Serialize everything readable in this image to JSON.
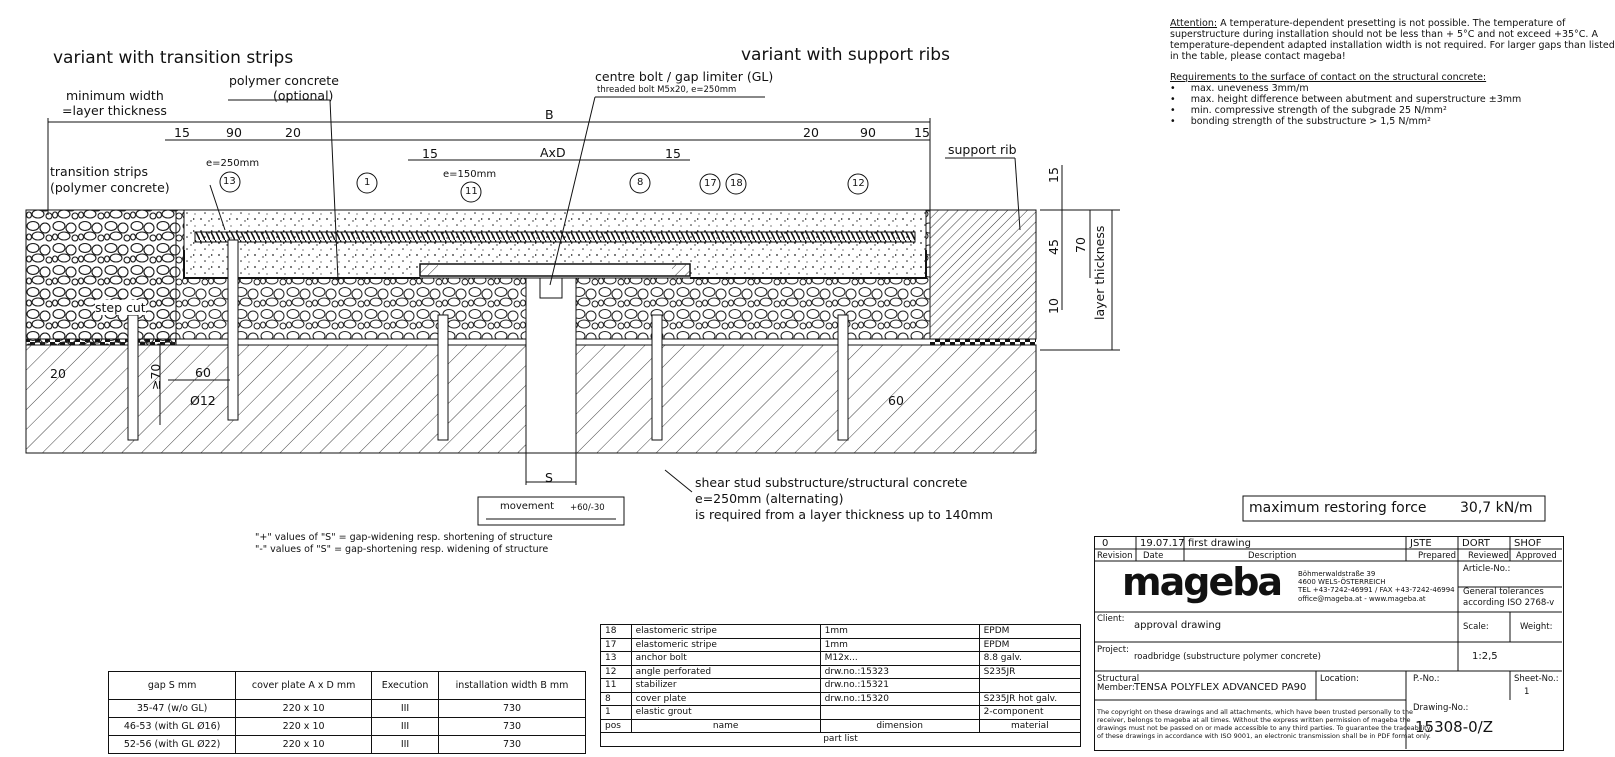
{
  "headings": {
    "left": "variant with transition strips",
    "right": "variant with support ribs"
  },
  "labels": {
    "min_width_1": "minimum width",
    "min_width_2": "=layer thickness",
    "polymer_concrete_1": "polymer concrete",
    "polymer_concrete_2": "(optional)",
    "centre_bolt": "centre bolt / gap limiter (GL)",
    "threaded_bolt": "threaded bolt M5x20, e=250mm",
    "transition_strips_1": "transition strips",
    "transition_strips_2": "(polymer concrete)",
    "support_rib": "support rib",
    "step_cut": "step cut",
    "layer_thickness": "layer thickness",
    "shear_stud_1": "shear stud substructure/structural concrete",
    "shear_stud_2": "e=250mm (alternating)",
    "shear_stud_3": "is required from a layer thickness up to 140mm",
    "movement": "movement",
    "movement_value": "+60/-30",
    "values_note_1": "\"+\" values of \"S\" = gap-widening resp. shortening of structure",
    "values_note_2": "\"-\" values of \"S\" = gap-shortening resp. widening of structure"
  },
  "dimensions": {
    "B": "B",
    "AxD": "AxD",
    "S": "S",
    "d15a": "15",
    "d90a": "90",
    "d20a": "20",
    "d20b": "20",
    "d90b": "90",
    "d15b": "15",
    "d15c": "15",
    "d15d": "15",
    "e250": "e=250mm",
    "e150": "e=150mm",
    "v15": "15",
    "v45": "45",
    "v70": "70",
    "v10": "10",
    "d20c": "20",
    "d60a": "60",
    "d270": "≥70",
    "d12": "Ø12",
    "d60b": "60"
  },
  "callouts": [
    "13",
    "1",
    "11",
    "8",
    "17",
    "18",
    "12"
  ],
  "notes": {
    "attention_head": "Attention:",
    "attention_body_1": " A temperature-dependent presetting is not possible. The temperature of",
    "attention_body_2": "superstructure during installation should not be less than + 5°C and not exceed +35°C. A",
    "attention_body_3": "temperature-dependent adapted installation width is not required. For larger gaps than listed",
    "attention_body_4": "in the table, please contact mageba!",
    "req_head": "Requirements to the surface of contact on the structural concrete:",
    "req_items": [
      "max. uneveness 3mm/m",
      "max. height difference between abutment and superstructure ±3mm",
      "min. compressive strength of the subgrade 25 N/mm²",
      "bonding strength of the substructure > 1,5 N/mm²"
    ]
  },
  "restoring_force": {
    "label": "maximum restoring force",
    "value": "30,7 kN/m"
  },
  "gap_table": {
    "headers": [
      "gap S mm",
      "cover plate A x D mm",
      "Execution",
      "installation width B mm"
    ],
    "rows": [
      [
        "35-47 (w/o GL)",
        "220 x 10",
        "III",
        "730"
      ],
      [
        "46-53 (with GL Ø16)",
        "220 x 10",
        "III",
        "730"
      ],
      [
        "52-56 (with GL Ø22)",
        "220 x 10",
        "III",
        "730"
      ]
    ]
  },
  "parts_table": {
    "rows": [
      [
        "18",
        "elastomeric stripe",
        "1mm",
        "EPDM"
      ],
      [
        "17",
        "elastomeric stripe",
        "1mm",
        "EPDM"
      ],
      [
        "13",
        "anchor bolt",
        "M12x...",
        "8.8 galv."
      ],
      [
        "12",
        "angle perforated",
        "drw.no.:15323",
        "S235JR"
      ],
      [
        "11",
        "stabilizer",
        "drw.no.:15321",
        ""
      ],
      [
        "8",
        "cover plate",
        "drw.no.:15320",
        "S235JR hot galv."
      ],
      [
        "1",
        "elastic grout",
        "",
        "2-component"
      ]
    ],
    "headers": [
      "pos",
      "name",
      "dimension",
      "material"
    ],
    "title": "part list"
  },
  "title_block": {
    "revision": "0",
    "date": "19.07.17",
    "description": "first drawing",
    "prepared": "JSTE",
    "reviewed": "DORT",
    "approved": "SHOF",
    "col_revision": "Revision",
    "col_date": "Date",
    "col_description": "Description",
    "col_prepared": "Prepared",
    "col_reviewed": "Reviewed",
    "col_approved": "Approved",
    "logo": "mageba",
    "address_1": "Böhmerwaldstraße 39",
    "address_2": "4600 WELS-ÖSTERREICH",
    "address_3": "TEL +43-7242-46991 / FAX +43-7242-46994",
    "address_4": "office@mageba.at - www.mageba.at",
    "article_no_label": "Article-No.:",
    "tolerances_1": "General tolerances",
    "tolerances_2": "according ISO 2768-v",
    "client_label": "Client:",
    "client": "approval drawing",
    "scale_label": "Scale:",
    "weight_label": "Weight:",
    "project_label": "Project:",
    "project": "roadbridge (substructure polymer concrete)",
    "scale": "1:2,5",
    "structural_member_label_1": "Structural",
    "structural_member_label_2": "Member:",
    "structural_member": "TENSA POLYFLEX ADVANCED PA90",
    "location_label": "Location:",
    "p_no_label": "P.-No.:",
    "sheet_no_label": "Sheet-No.:",
    "sheet_no": "1",
    "copyright_1": "The copyright on these drawings and all attachments, which have been trusted personally to the",
    "copyright_2": "receiver, belongs to mageba at all times. Without the express written permission of mageba the",
    "copyright_3": "drawings must not be passed on or made accessible to any third parties. To guarantee the traceability",
    "copyright_4": "of these drawings in accordance with ISO 9001, an electronic transmission shall be in PDF format only.",
    "drawing_no_label": "Drawing-No.:",
    "drawing_no": "15308-0/Z"
  }
}
